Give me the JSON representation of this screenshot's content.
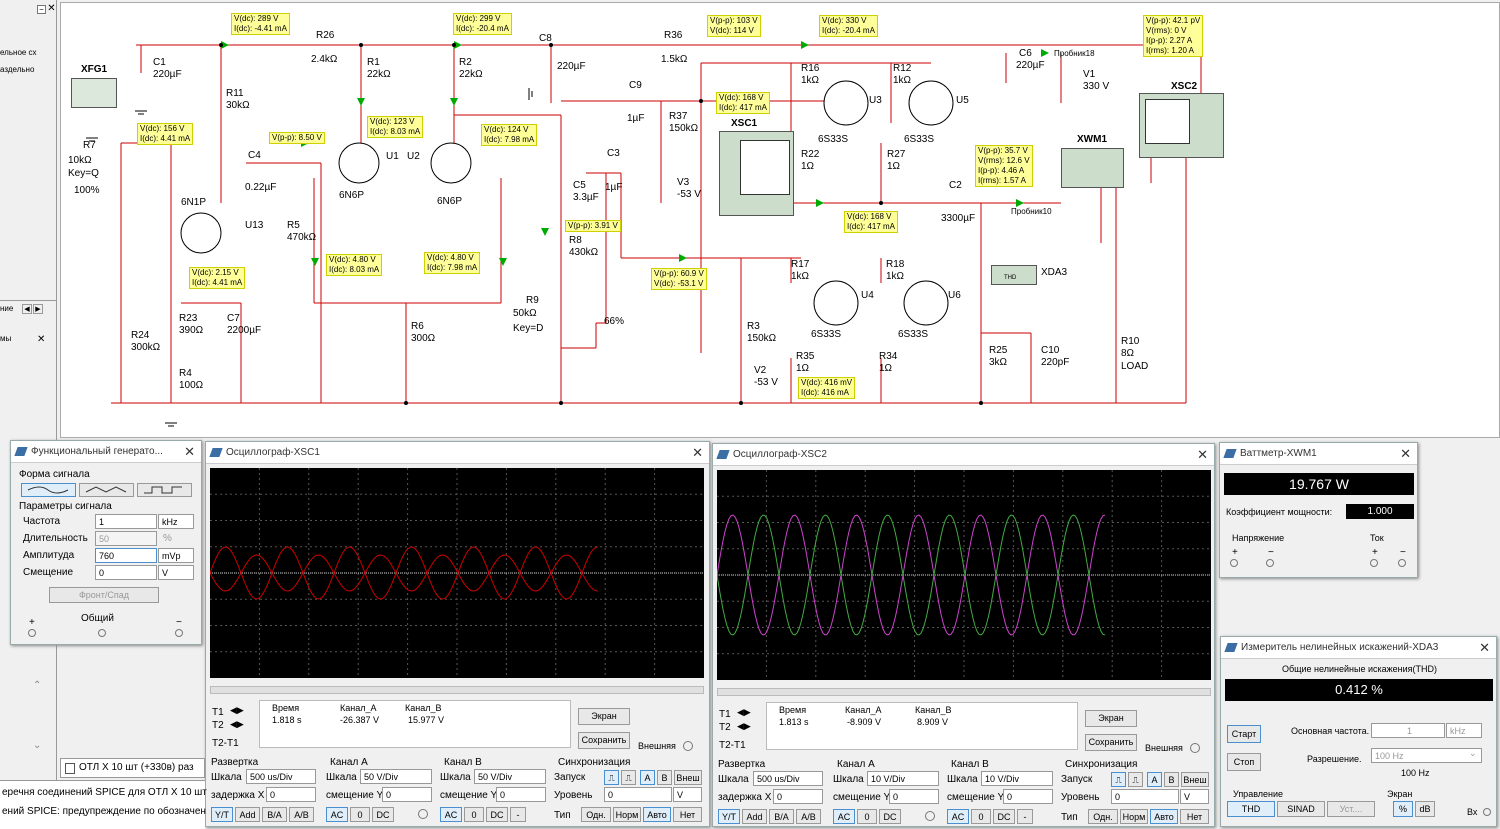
{
  "left_panel": {
    "row1": "ельное сх",
    "row2": "аздельно",
    "row3": "ние",
    "row4": "мы"
  },
  "schematic": {
    "labels": [
      "XFG1",
      "C1",
      "220µF",
      "R7",
      "10kΩ",
      "Key=Q",
      "100%",
      "R11",
      "30kΩ",
      "V(dc): 289 V\nI(dc): -4.41 mA",
      "R26",
      "2.4kΩ",
      "R1",
      "22kΩ",
      "V(dc): 299 V\nI(dc): -20.4 mA",
      "R2",
      "22kΩ",
      "C8",
      "220µF",
      "R36",
      "1.5kΩ",
      "V(p-p): 103 V\nV(dc): 114 V",
      "V(dc): 330 V\nI(dc): -20.4 mA",
      "C6",
      "220µF",
      "Пробник18",
      "V1",
      "330 V",
      "V(p-p): 42.1 pV\nV(rms): 0 V\nI(p-p): 2.27 A\nI(rms): 1.20 A",
      "XSC2"
    ],
    "parts": {
      "xfg1": "XFG1",
      "c1": "C1",
      "c1v": "220µF",
      "r7": "R7",
      "r7v": "10kΩ",
      "r7k": "Key=Q",
      "r7p": "100%",
      "r11": "R11",
      "r11v": "30kΩ",
      "r26": "R26",
      "r26v": "2.4kΩ",
      "r1": "R1",
      "r1v": "22kΩ",
      "r2": "R2",
      "r2v": "22kΩ",
      "c8": "C8",
      "c8v": "220µF",
      "r36": "R36",
      "r36v": "1.5kΩ",
      "c6": "C6",
      "c6v": "220µF",
      "probe18": "Пробник18",
      "v1": "V1",
      "v1v": "330 V",
      "xsc2": "XSC2",
      "c4": "C4",
      "c4v": "0.22µF",
      "u1": "U1",
      "u2": "U2",
      "tube1": "6N6P",
      "tube2": "6N6P",
      "c9": "C9",
      "c9v": "1µF",
      "r37": "R37",
      "r37v": "150kΩ",
      "xsc1": "XSC1",
      "r16": "R16",
      "r16v": "1kΩ",
      "r12": "R12",
      "r12v": "1kΩ",
      "u3": "U3",
      "u5": "U5",
      "t3": "6S33S",
      "t5": "6S33S",
      "r22": "R22",
      "r22v": "1Ω",
      "r27": "R27",
      "r27v": "1Ω",
      "xwm1": "XWM1",
      "c3": "C3",
      "c3v": "1µF",
      "c5": "C5",
      "c5v": "3.3µF",
      "v3": "V3",
      "v3v": "-53 V",
      "c2": "C2",
      "c2v": "3300µF",
      "probe10": "Пробник10",
      "tube13": "6N1P",
      "u13": "U13",
      "r5": "R5",
      "r5v": "470kΩ",
      "r8": "R8",
      "r8v": "430kΩ",
      "xda3": "XDA3",
      "r17": "R17",
      "r17v": "1kΩ",
      "r18": "R18",
      "r18v": "1kΩ",
      "u4": "U4",
      "u6": "U6",
      "t4": "6S33S",
      "t6": "6S33S",
      "r9": "R9",
      "r9v": "50kΩ",
      "r9k": "Key=D",
      "r9p": "66%",
      "r24": "R24",
      "r24v": "300kΩ",
      "r23": "R23",
      "r23v": "390Ω",
      "c7": "C7",
      "c7v": "2200µF",
      "r6": "R6",
      "r6v": "300Ω",
      "r3": "R3",
      "r3v": "150kΩ",
      "v2": "V2",
      "v2v": "-53 V",
      "r35": "R35",
      "r35v": "1Ω",
      "r34": "R34",
      "r34v": "1Ω",
      "r25": "R25",
      "r25v": "3kΩ",
      "c10": "C10",
      "c10v": "220pF",
      "r10": "R10",
      "r10v": "8Ω",
      "r10l": "LOAD",
      "r4": "R4",
      "r4v": "100Ω",
      "thd": "THD"
    },
    "probes": {
      "p1": "V(dc): 289 V\nI(dc): -4.41 mA",
      "p2": "V(dc): 299 V\nI(dc): -20.4 mA",
      "p3": "V(p-p): 103 V\nV(dc): 114 V",
      "p4": "V(dc): 330 V\nI(dc): -20.4 mA",
      "p5": "V(p-p): 42.1 pV\nV(rms): 0 V\nI(p-p): 2.27 A\nI(rms): 1.20 A",
      "p6": "V(dc): 156 V\nI(dc): 4.41 mA",
      "p7": "V(p-p): 8.50 V",
      "p8": "V(dc): 123 V\nI(dc): 8.03 mA",
      "p9": "V(dc): 124 V\nI(dc): 7.98 mA",
      "p10": "V(dc): 168 V\nI(dc): 417 mA",
      "p11": "V(p-p): 35.7 V\nV(rms): 12.6 V\nI(p-p): 4.46 A\nI(rms): 1.57 A",
      "p12": "V(dc): 168 V\nI(dc): 417 mA",
      "p13": "V(p-p): 3.91 V",
      "p14": "V(dc): 2.15 V\nI(dc): 4.41 mA",
      "p15": "V(dc): 4.80 V\nI(dc): 8.03 mA",
      "p16": "V(dc): 4.80 V\nI(dc): 7.98 mA",
      "p17": "V(p-p): 60.9 V\nV(dc): -53.1 V",
      "p18": "V(dc): 416 mV\nI(dc): 416 mA"
    }
  },
  "fgen": {
    "title": "Функциональный генерато...",
    "waveform_label": "Форма сигнала",
    "params_label": "Параметры сигнала",
    "freq_label": "Частота",
    "freq_val": "1",
    "freq_unit": "kHz",
    "duty_label": "Длительность",
    "duty_val": "50",
    "duty_unit": "%",
    "amp_label": "Амплитуда",
    "amp_val": "760",
    "amp_unit": "mVp",
    "offset_label": "Смещение",
    "offset_val": "0",
    "offset_unit": "V",
    "front_btn": "Фронт/Спад",
    "common": "Общий",
    "plus": "+",
    "minus": "−"
  },
  "osc1": {
    "title": "Осциллограф-XSC1",
    "t1": "T1",
    "t2": "T2",
    "t21": "T2-T1",
    "time_h": "Время",
    "cha_h": "Канал_A",
    "chb_h": "Канал_B",
    "time_v": "1.818 s",
    "cha_v": "-26.387 V",
    "chb_v": "15.977 V",
    "screen_btn": "Экран",
    "save_btn": "Сохранить",
    "ext": "Внешняя",
    "sweep": "Развертка",
    "scale": "Шкала",
    "scale_v": "500 us/Div",
    "xdelay": "задержка X",
    "xdelay_v": "0",
    "cha": "Канал A",
    "cha_scale": "50 V/Div",
    "yoff": "смещение Y",
    "cha_off": "0",
    "chb": "Канал B",
    "chb_scale": "50 V/Div",
    "chb_off": "0",
    "sync": "Синхронизация",
    "trig": "Запуск",
    "level": "Уровень",
    "level_v": "0",
    "level_u": "V",
    "type": "Тип",
    "yt": "Y/T",
    "add": "Add",
    "ba": "B/A",
    "ab": "A/B",
    "ac": "AC",
    "zero": "0",
    "dc": "DC",
    "minus": "-",
    "one": "Одн.",
    "norm": "Норм",
    "auto": "Авто",
    "none": "Нет",
    "a": "A",
    "b": "B",
    "ext_btn": "Внеш"
  },
  "osc2": {
    "title": "Осциллограф-XSC2",
    "t1": "T1",
    "t2": "T2",
    "t21": "T2-T1",
    "time_h": "Время",
    "cha_h": "Канал_A",
    "chb_h": "Канал_B",
    "time_v": "1.813 s",
    "cha_v": "-8.909 V",
    "chb_v": "8.909 V",
    "screen_btn": "Экран",
    "save_btn": "Сохранить",
    "ext": "Внешняя",
    "sweep": "Развертка",
    "scale": "Шкала",
    "scale_v": "500 us/Div",
    "xdelay": "задержка X",
    "xdelay_v": "0",
    "cha": "Канал A",
    "cha_scale": "10 V/Div",
    "yoff": "смещение Y",
    "cha_off": "0",
    "chb": "Канал B",
    "chb_scale": "10 V/Div",
    "chb_off": "0",
    "sync": "Синхронизация",
    "trig": "Запуск",
    "level": "Уровень",
    "level_v": "0",
    "level_u": "V",
    "type": "Тип",
    "yt": "Y/T",
    "add": "Add",
    "ba": "B/A",
    "ab": "A/B",
    "ac": "AC",
    "zero": "0",
    "dc": "DC",
    "minus": "-",
    "one": "Одн.",
    "norm": "Норм",
    "auto": "Авто",
    "none": "Нет",
    "a": "A",
    "b": "B",
    "ext_btn": "Внеш"
  },
  "wattmeter": {
    "title": "Ваттметр-XWM1",
    "value": "19.767 W",
    "pf_label": "Коэффициент мощности:",
    "pf_value": "1.000",
    "voltage": "Напряжение",
    "current": "Ток",
    "plus": "+",
    "minus": "−"
  },
  "thd": {
    "title": "Измеритель нелинейных искажений-XDA3",
    "header": "Общие нелинейные искажения(THD)",
    "value": "0.412 %",
    "start": "Старт",
    "stop": "Стоп",
    "fund_label": "Основная частота.",
    "fund_val": "1",
    "fund_unit": "kHz",
    "res_label": "Разрешение.",
    "res_val": "100 Hz",
    "res_val2": "100 Hz",
    "control": "Управление",
    "screen": "Экран",
    "thd_btn": "THD",
    "sinad_btn": "SINAD",
    "set_btn": "Уст....",
    "pct_btn": "%",
    "db_btn": "dB",
    "in": "Вх"
  },
  "bottom": {
    "tab": "ОТЛ X 10 шт (+330в) раз",
    "line1": "еречня соединений SPICE для ОТЛ X 10 шт",
    "line2": "ений SPICE: предупреждение по обозначен"
  },
  "colors": {
    "wire": "#cc0000",
    "probe_bg": "#ffff99",
    "trace_a_xsc1": "#cc0000",
    "trace_a_xsc2": "#cc44cc",
    "trace_b_xsc2": "#44aa44"
  }
}
